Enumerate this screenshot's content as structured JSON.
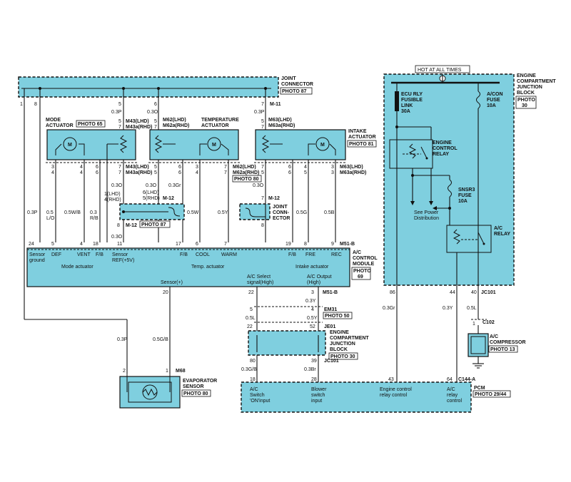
{
  "joint_connector": {
    "label1": "JOINT",
    "label2": "CONNECTOR",
    "photo": "PHOTO 87",
    "pins": [
      "1",
      "8",
      "5",
      "6",
      "7",
      "M-11"
    ]
  },
  "mode_actuator": {
    "label1": "MODE",
    "label2": "ACTUATOR",
    "photo": "PHOTO 65",
    "conn_top1": "M43(LHD)",
    "conn_top2": "M43a(RHD)",
    "conn_bot1": "M43(LHD)",
    "conn_bot2": "M43a(RHD)",
    "pins_top": [
      "5",
      "7"
    ],
    "pins_bot": [
      "3",
      "4",
      "6",
      "5",
      "7"
    ],
    "motor": "M"
  },
  "temp_actuator": {
    "label1": "TEMPERATURE",
    "label2": "ACTUATOR",
    "photo": "PHOTO 80",
    "conn_top1": "M62(LHD)",
    "conn_top2": "M62a(RHD)",
    "conn_bot1": "M62(LHD)",
    "conn_bot2": "M62a(RHD)",
    "pins_top": [
      "5",
      "7"
    ],
    "pins_bot": [
      "5",
      "6",
      "3",
      "4",
      "7"
    ],
    "motor": "M"
  },
  "intake_actuator": {
    "label1": "INTAKE",
    "label2": "ACTUATOR",
    "photo": "PHOTO 81",
    "conn_top1": "M63(LHD)",
    "conn_top2": "M63a(RHD)",
    "conn_bot1": "M63(LHD)",
    "conn_bot2": "M63a(RHD)",
    "pins_top": [
      "5",
      "7"
    ],
    "pins_bot": [
      "7",
      "5",
      "6",
      "4",
      "3"
    ],
    "motor": "M"
  },
  "top_wires": {
    "p5": "0.3P",
    "p6": "0.3O",
    "p7": "0.3P"
  },
  "m12": {
    "label": "M-12",
    "photo": "PHOTO 87",
    "lhd": "1(LHD)",
    "rhd": "4(RHD)",
    "lhd2": "6(LHD)",
    "rhd2": "5(RHD)",
    "w1": "0.3O",
    "w2": "0.3O",
    "w3": "0.3Gr",
    "w4": "0.3O",
    "pin8": "8",
    "pin7": "7",
    "pin8b": "8"
  },
  "joint_conn2": {
    "label1": "JOINT",
    "label2": "CONN-",
    "label3": "ECTOR",
    "conn": "M-12",
    "pin7": "7",
    "pin8": "8"
  },
  "mid_wires": [
    "0.3P",
    "0.5",
    "L/O",
    "0.5W/B",
    "0.3",
    "R/B",
    "0.5W",
    "0.5Y",
    "0.5G",
    "0.5B"
  ],
  "module": {
    "title1": "A/C",
    "title2": "CONTROL",
    "title3": "MODULE",
    "photo1": "PHOTO",
    "photo2": "69",
    "conn": "M51-B",
    "pins": [
      "24",
      "5",
      "4",
      "18",
      "11",
      "17",
      "6",
      "7",
      "19",
      "8",
      "9"
    ],
    "sensor_ground": [
      "Sensor",
      "ground"
    ],
    "def": "DEF",
    "vent": "VENT",
    "fb": "F/B",
    "sensor_ref": [
      "Sensor",
      "REF(+5V)"
    ],
    "mode_group": "Mode actuator",
    "fb2": "F/B",
    "cool": "COOL",
    "warm": "WARM",
    "temp_group": "Temp. actuator",
    "fb3": "F/B",
    "fre": "FRE",
    "rec": "REC",
    "intake_group": "Intake actuator",
    "sensor_plus": "Sensor(+)",
    "ac_select": [
      "A/C Select",
      "signal(High)"
    ],
    "ac_output": [
      "A/C Output",
      "(High)"
    ],
    "bot_pins": [
      "20",
      "22",
      "3"
    ],
    "bot_conn": "M51-B"
  },
  "lower_wires": {
    "w1": "0.3P",
    "w2": "0.5G/B",
    "w3": "0.3Y",
    "w4": "0.5L",
    "w5": "0.5Y",
    "em31": "EM31",
    "em31_photo": "PHOTO 50",
    "je01": "JE01",
    "pins_em": [
      "5",
      "4"
    ],
    "pins_je": [
      "22",
      "52"
    ],
    "w6": "0.3G/B",
    "w7": "0.3Br",
    "jc101": "JC101",
    "pins_jc": [
      "80",
      "39"
    ],
    "pins_pcm": [
      "18",
      "28"
    ]
  },
  "ecjb": {
    "label1": "ENGINE",
    "label2": "COMPARTMENT",
    "label3": "JUNCTION",
    "label4": "BLOCK",
    "photo": "PHOTO 30"
  },
  "evap": {
    "label1": "EVAPORATOR",
    "label2": "SENSOR",
    "photo": "PHOTO 80",
    "conn": "M68",
    "pins": [
      "2",
      "1"
    ]
  },
  "pcm": {
    "label": "PCM",
    "photo": "PHOTO 29/44",
    "conn": "C144-A",
    "ac_switch": [
      "A/C",
      "Switch",
      "'ON'input"
    ],
    "blower": [
      "Blower",
      "switch",
      "input"
    ],
    "ecr": [
      "Engine control",
      "relay control"
    ],
    "acr": [
      "A/C",
      "relay",
      "control"
    ],
    "pins": [
      "43",
      "64"
    ]
  },
  "right_block": {
    "hot": "HOT AT ALL TIMES",
    "label1": "ENGINE",
    "label2": "COMPARTMENT",
    "label3": "JUNCTION",
    "label4": "BLOCK",
    "photo": "PHOTO",
    "photo2": "30",
    "ecu": [
      "ECU RLY",
      "FUSIBLE",
      "LINK",
      "30A"
    ],
    "acon": [
      "A/CON",
      "FUSE",
      "10A"
    ],
    "ecr": [
      "ENGINE",
      "CONTROL",
      "RELAY"
    ],
    "snsr": [
      "SNSR3",
      "FUSE",
      "10A"
    ],
    "power": [
      "See Power",
      "Distribution"
    ],
    "acrelay": [
      "A/C",
      "RELAY"
    ],
    "pins": [
      "86",
      "44",
      "40"
    ],
    "jc101": "JC101",
    "w1": "0.3Gr",
    "w2": "0.3Y",
    "w3": "0.5L"
  },
  "compressor": {
    "label1": "A/C",
    "label2": "COMPRESSOR",
    "photo": "PHOTO 13",
    "conn": "C102",
    "pin": "1"
  }
}
